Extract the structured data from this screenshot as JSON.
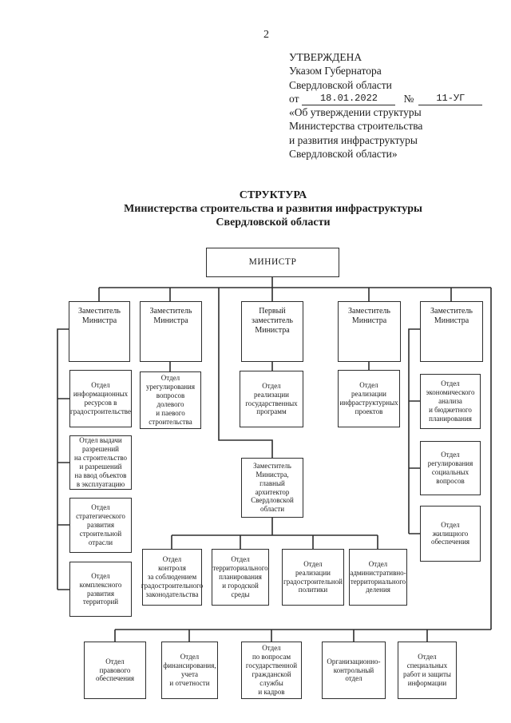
{
  "page": {
    "number": "2"
  },
  "approval": {
    "line1": "УТВЕРЖДЕНА",
    "line2": "Указом Губернатора",
    "line3": "Свердловской области",
    "date_prefix": "от",
    "date": "18.01.2022",
    "number_sign": "№",
    "number": "11-УГ",
    "quote_line1": "«Об утверждении структуры",
    "quote_line2": "Министерства строительства",
    "quote_line3": "и развития инфраструктуры",
    "quote_line4": "Свердловской области»"
  },
  "title": {
    "line1": "СТРУКТУРА",
    "line2": "Министерства строительства и развития инфраструктуры",
    "line3": "Свердловской области"
  },
  "colors": {
    "paper": "#ffffff",
    "ink": "#1c1c1c",
    "line": "#2e2e2e"
  },
  "org": {
    "minister": "МИНИСТР",
    "deputy": "Заместитель\nМинистра",
    "first_deputy": "Первый\nзаместитель\nМинистра",
    "architect": "Заместитель\nМинистра,\nглавный\nархитектор\nСвердловской\nобласти",
    "inform": "Отдел\nинформационных\nресурсов в\nградостроительстве",
    "permits": "Отдел выдачи\nразрешений\nна строительство\nи разрешений\nна ввод объектов\nв эксплуатацию",
    "strategy": "Отдел\nстратегического\nразвития\nстроительной\nотрасли",
    "complex": "Отдел\nкомплексного\nразвития\nтерриторий",
    "ureg": "Отдел\nурегулирования\nвопросов\nдолевого\nи паевого\nстроительства",
    "gosprog": "Отдел\nреализации\nгосударственных\nпрограмм",
    "infra": "Отдел\nреализации\nинфраструктурных\nпроектов",
    "econ": "Отдел\nэкономического\nанализа\nи бюджетного\nпланирования",
    "social": "Отдел\nрегулирования\nсоциальных\nвопросов",
    "housing": "Отдел\nжилищного\nобеспечения",
    "control": "Отдел\nконтроля\nза соблюдением\nградостроительного\nзаконодательства",
    "terplan": "Отдел\nтерриториального\nпланирования\nи городской\nсреды",
    "gradpol": "Отдел\nреализации\nградостроительной\nполитики",
    "admter": "Отдел\nадминистративно-\nтерриториального\nделения",
    "legal": "Отдел\nправового\nобеспечения",
    "fin": "Отдел\nфинансирования,\nучета\nи отчетности",
    "civil": "Отдел\nпо вопросам\nгосударственной\nгражданской\nслужбы\nи кадров",
    "orgcontrol": "Организационно-\nконтрольный\nотдел",
    "special": "Отдел\nспециальных\nработ и защиты\nинформации"
  }
}
